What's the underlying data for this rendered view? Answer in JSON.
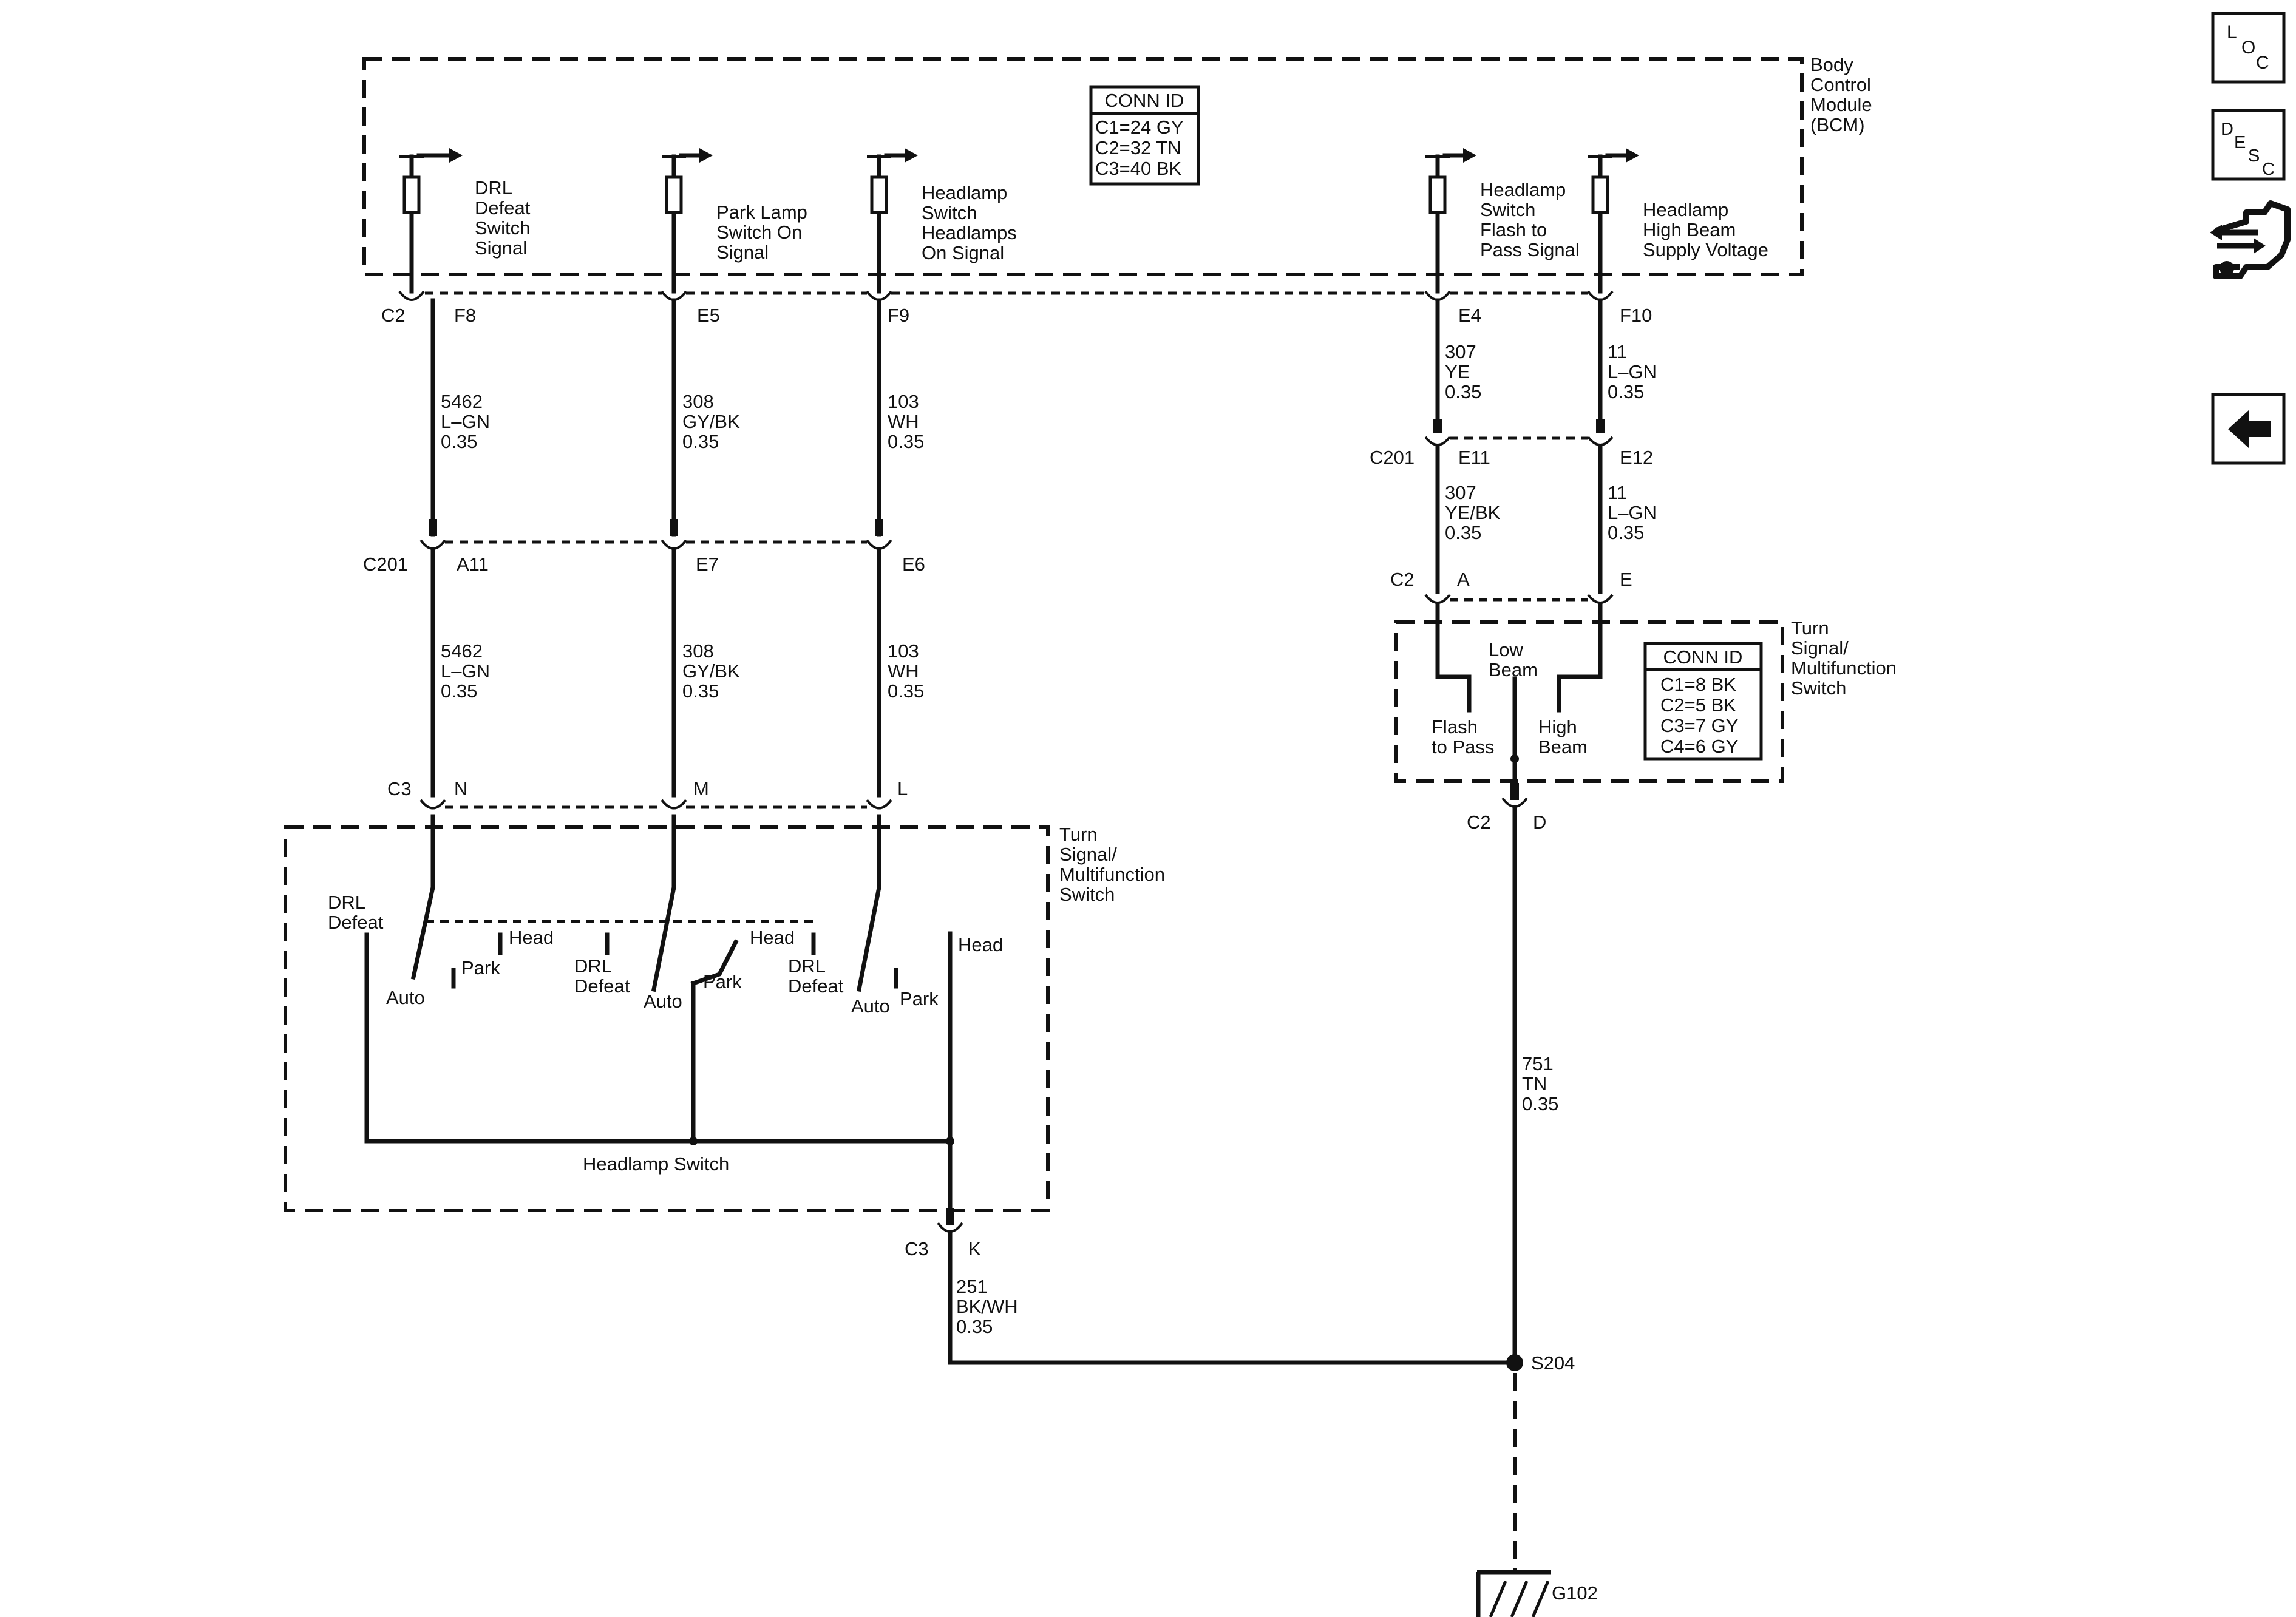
{
  "bcm": {
    "label_lines": [
      "Body",
      "Control",
      "Module",
      "(BCM)"
    ],
    "conn_id": {
      "title": "CONN ID",
      "lines": [
        "C1=24 GY",
        "C2=32 TN",
        "C3=40 BK"
      ]
    },
    "signals": [
      {
        "lines": [
          "DRL",
          "Defeat",
          "Switch",
          "Signal"
        ]
      },
      {
        "lines": [
          "Park Lamp",
          "Switch On",
          "Signal"
        ]
      },
      {
        "lines": [
          "Headlamp",
          "Switch",
          "Headlamps",
          "On Signal"
        ]
      },
      {
        "lines": [
          "Headlamp",
          "Switch",
          "Flash to",
          "Pass Signal"
        ]
      },
      {
        "lines": [
          "Headlamp",
          "High Beam",
          "Supply Voltage"
        ]
      }
    ]
  },
  "connectors": {
    "c2_left": {
      "name": "C2",
      "pins": [
        "F8",
        "E5",
        "F9"
      ]
    },
    "c2_right": {
      "pins": [
        "E4",
        "F10"
      ]
    },
    "c201_left": {
      "name": "C201",
      "pins": [
        "A11",
        "E7",
        "E6"
      ]
    },
    "c201_right": {
      "name": "C201",
      "pins": [
        "E11",
        "E12"
      ]
    },
    "c3_left": {
      "name": "C3",
      "pins": [
        "N",
        "M",
        "L"
      ]
    },
    "c2_tsm_top": {
      "name": "C2",
      "pins": [
        "A",
        "E"
      ]
    },
    "c2_tsm_bottom": {
      "name": "C2",
      "pin": "D"
    },
    "c3_bottom": {
      "name": "C3",
      "pin": "K"
    }
  },
  "wires": {
    "upper_left": [
      {
        "circuit": "5462",
        "color": "L–GN",
        "gauge": "0.35"
      },
      {
        "circuit": "308",
        "color": "GY/BK",
        "gauge": "0.35"
      },
      {
        "circuit": "103",
        "color": "WH",
        "gauge": "0.35"
      }
    ],
    "lower_left": [
      {
        "circuit": "5462",
        "color": "L–GN",
        "gauge": "0.35"
      },
      {
        "circuit": "308",
        "color": "GY/BK",
        "gauge": "0.35"
      },
      {
        "circuit": "103",
        "color": "WH",
        "gauge": "0.35"
      }
    ],
    "upper_right": [
      {
        "circuit": "307",
        "color": "YE",
        "gauge": "0.35"
      },
      {
        "circuit": "11",
        "color": "L–GN",
        "gauge": "0.35"
      }
    ],
    "lower_right": [
      {
        "circuit": "307",
        "color": "YE/BK",
        "gauge": "0.35"
      },
      {
        "circuit": "11",
        "color": "L–GN",
        "gauge": "0.35"
      }
    ],
    "ground_right": {
      "circuit": "751",
      "color": "TN",
      "gauge": "0.35"
    },
    "ground_left": {
      "circuit": "251",
      "color": "BK/WH",
      "gauge": "0.35"
    }
  },
  "turn_signal_left": {
    "label_lines": [
      "Turn",
      "Signal/",
      "Multifunction",
      "Switch"
    ],
    "switch_name": "Headlamp Switch",
    "positions": {
      "drl_defeat_1": [
        "DRL",
        "Defeat"
      ],
      "auto_1": "Auto",
      "park_1": "Park",
      "head_1": "Head",
      "drl_defeat_2": [
        "DRL",
        "Defeat"
      ],
      "auto_2": "Auto",
      "park_2": "Park",
      "head_2": "Head",
      "drl_defeat_3": [
        "DRL",
        "Defeat"
      ],
      "auto_3": "Auto",
      "park_3": "Park",
      "head_3": "Head"
    }
  },
  "turn_signal_right": {
    "label_lines": [
      "Turn",
      "Signal/",
      "Multifunction",
      "Switch"
    ],
    "conn_id": {
      "title": "CONN ID",
      "lines": [
        "C1=8 BK",
        "C2=5 BK",
        "C3=7 GY",
        "C4=6 GY"
      ]
    },
    "positions": {
      "low_beam": [
        "Low",
        "Beam"
      ],
      "flash_to_pass": [
        "Flash",
        "to Pass"
      ],
      "high_beam": [
        "High",
        "Beam"
      ]
    }
  },
  "splice": "S204",
  "ground": "G102",
  "nav": {
    "loc": [
      "L",
      "O",
      "C"
    ],
    "desc": [
      "D",
      "E",
      "S",
      "C"
    ],
    "icons": [
      "connector-tool-icon",
      "back-arrow-icon"
    ]
  }
}
